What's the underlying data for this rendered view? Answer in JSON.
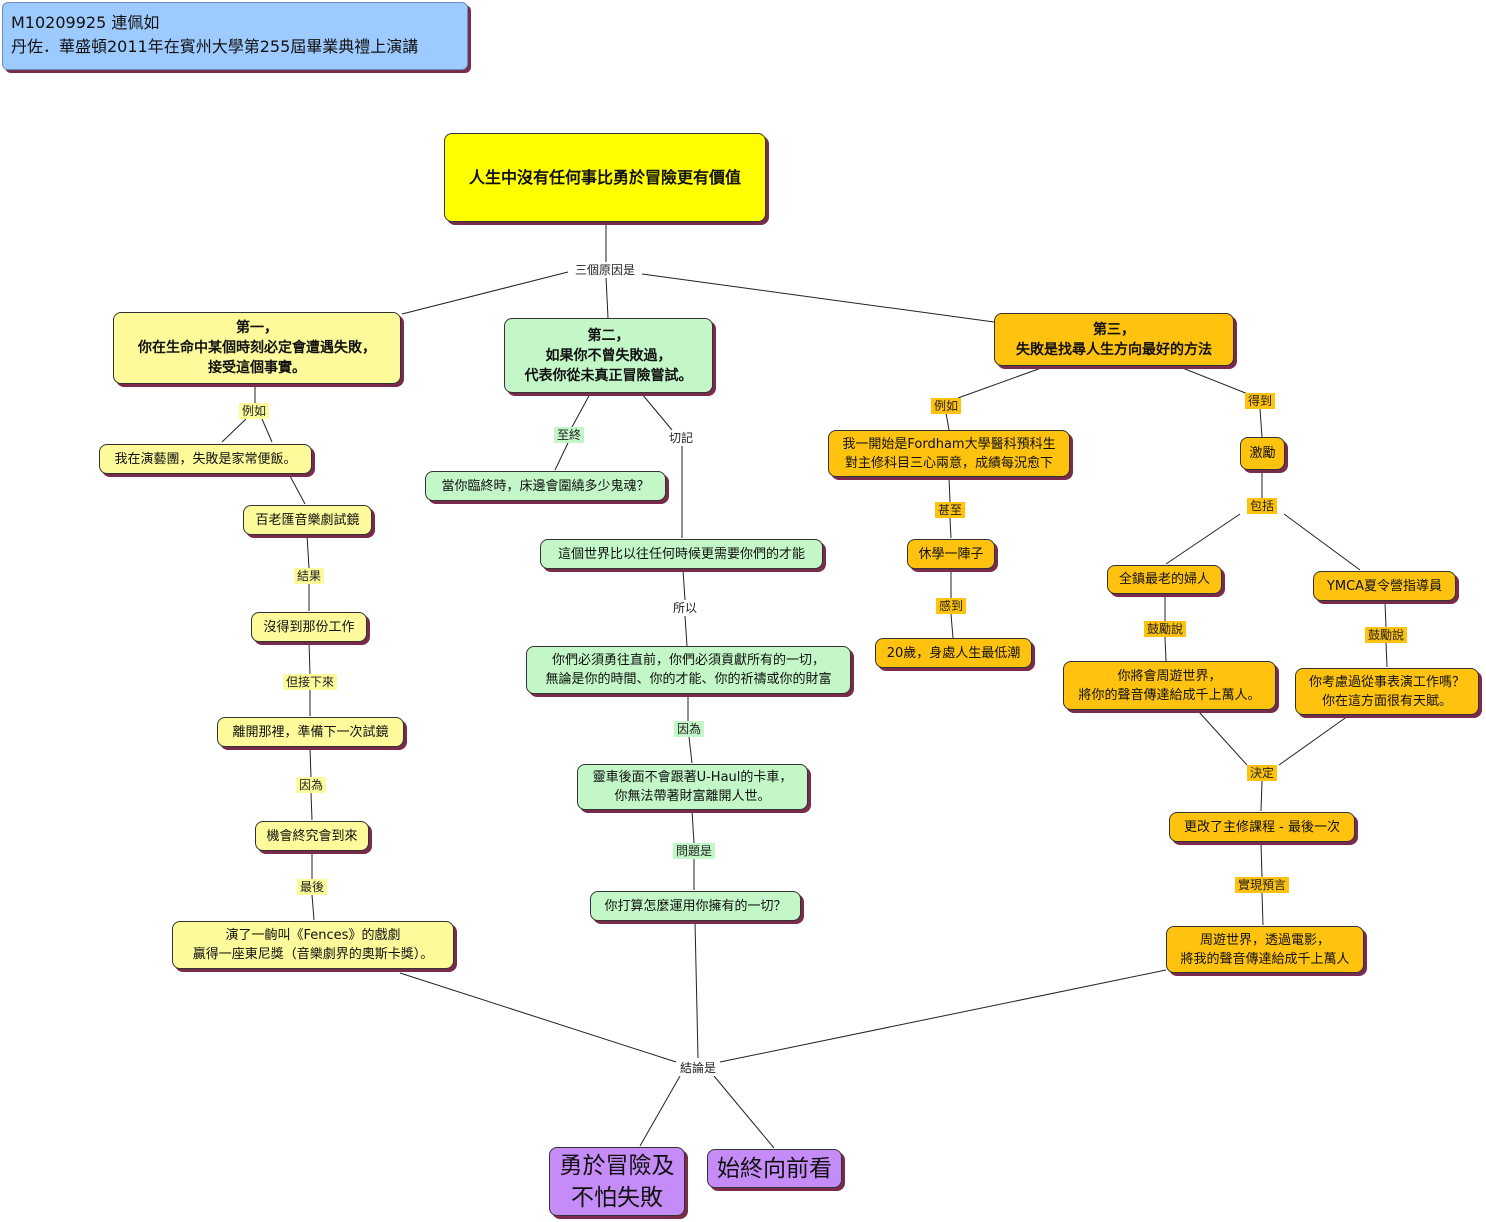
{
  "header": {
    "line1": "M10209925 連佩如",
    "line2": "丹佐．華盛頓2011年在賓州大學第255屆畢業典禮上演講"
  },
  "central": "人生中沒有任何事比勇於冒險更有價值",
  "reasons_label": "三個原因是",
  "branch1": {
    "title": "第一，\n你在生命中某個時刻必定會遭遇失敗，\n接受這個事實。",
    "l_example": "例如",
    "n1": "我在演藝團，失敗是家常便飯。",
    "n2": "百老匯音樂劇試鏡",
    "l_result": "結果",
    "n3": "沒得到那份工作",
    "l_next": "但接下來",
    "n4": "離開那裡，準備下一次試鏡",
    "l_because": "因為",
    "n5": "機會終究會到來",
    "l_finally": "最後",
    "n6": "演了一齣叫《Fences》的戲劇\n贏得一座東尼獎（音樂劇界的奧斯卡獎）。"
  },
  "branch2": {
    "title": "第二，\n如果你不曾失敗過，\n代表你從未真正冒險嘗試。",
    "l_tillend": "至終",
    "n1": "當你臨終時，床邊會圍繞多少鬼魂？",
    "l_remember": "切記",
    "n2": "這個世界比以往任何時候更需要你們的才能",
    "l_so": "所以",
    "n3": "你們必須勇往直前，你們必須貢獻所有的一切，\n無論是你的時間、你的才能、你的祈禱或你的財富",
    "l_because": "因為",
    "n4": "靈車後面不會跟著U-Haul的卡車，\n你無法帶著財富離開人世。",
    "l_question": "問題是",
    "n5": "你打算怎麼運用你擁有的一切？"
  },
  "branch3": {
    "title": "第三，\n失敗是找尋人生方向最好的方法",
    "l_example": "例如",
    "n1": "我一開始是Fordham大學醫科預科生\n對主修科目三心兩意，成績每況愈下",
    "l_even": "甚至",
    "n2": "休學一陣子",
    "l_feel": "感到",
    "n3": "20歲，身處人生最低潮",
    "l_get": "得到",
    "n4": "激勵",
    "l_include": "包括",
    "n5": "全鎮最老的婦人",
    "l_enc1": "鼓勵說",
    "n6": "你將會周遊世界，\n將你的聲音傳達給成千上萬人。",
    "n7": "YMCA夏令營指導員",
    "l_enc2": "鼓勵說",
    "n8": "你考慮過從事表演工作嗎？\n你在這方面很有天賦。",
    "l_decide": "決定",
    "n9": "更改了主修課程 - 最後一次",
    "l_prophecy": "實現預言",
    "n10": "周遊世界，透過電影，\n將我的聲音傳達給成千上萬人"
  },
  "conclusion": {
    "label": "結論是",
    "c1": "勇於冒險及\n不怕失敗",
    "c2": "始終向前看"
  }
}
